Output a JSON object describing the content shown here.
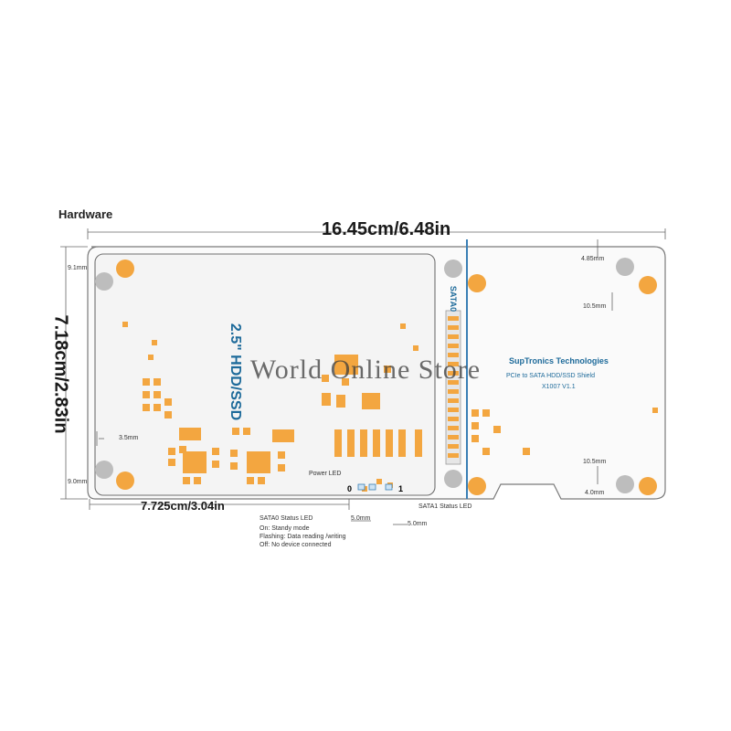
{
  "heading": "Hardware",
  "dimensions": {
    "total_length": "16.45cm/6.48in",
    "height": "7.18cm/2.83in",
    "hdd_length": "7.725cm/3.04in"
  },
  "small_dims": {
    "top_margin": "9.1mm",
    "bottom_margin": "9.0mm",
    "left_offset": "3.5mm",
    "right_top": "4.85mm",
    "right_hole_top": "10.5mm",
    "right_hole_bottom": "10.5mm",
    "right_bottom": "4.0mm",
    "led_gap_left": "5.0mm",
    "led_gap_right": "5.0mm"
  },
  "board": {
    "hdd_label": "2.5\" HDD/SSD",
    "sata_label": "SATA0",
    "company": "SupTronics Technologies",
    "product": "PCIe to SATA HDD/SSD Shield",
    "model": "X1007  V1.1"
  },
  "leds": {
    "power_led": "Power LED",
    "sata1_led": "SATA1 Status LED",
    "sata0_led": "SATA0 Status LED",
    "mark_0": "0",
    "mark_1": "1",
    "notes": [
      "On: Standy mode",
      "Flashing: Data reading /writing",
      "Off: No device connected"
    ]
  },
  "watermark": "World Online Store",
  "colors": {
    "pad": "#f3a640",
    "hole": "#bdbdbd",
    "divider": "#3a7fb5",
    "text_blue": "#1d6a9a"
  }
}
